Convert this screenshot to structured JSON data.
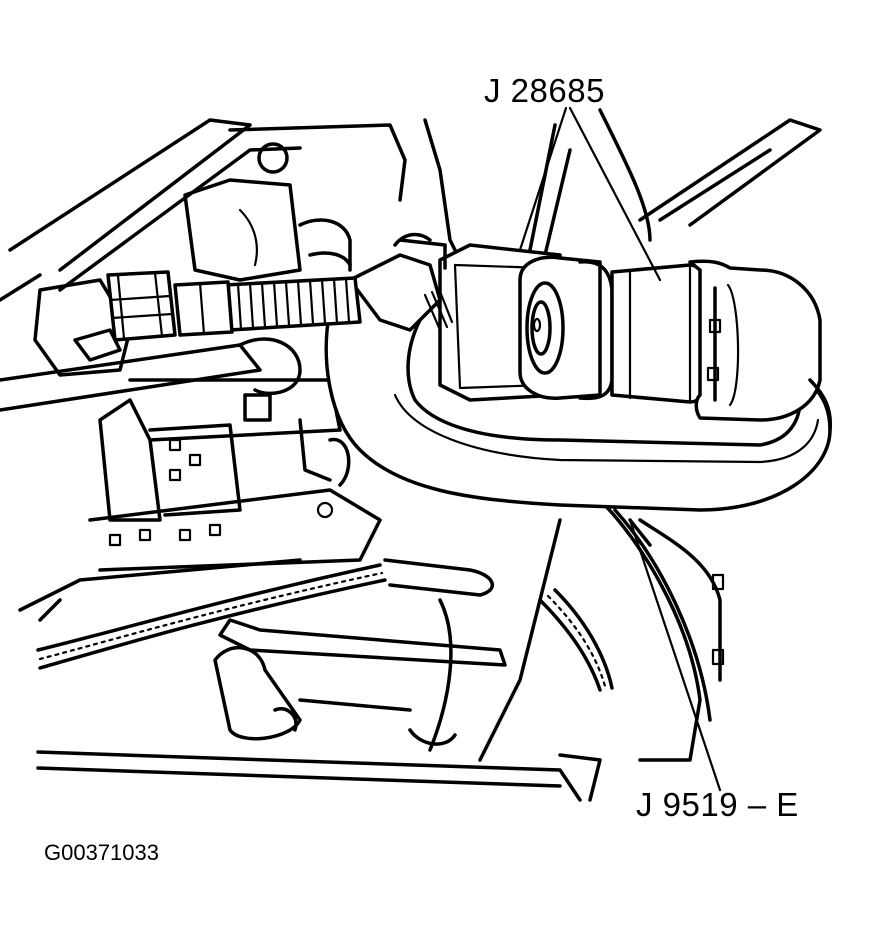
{
  "labels": {
    "tool_upper": "J 28685",
    "tool_lower": "J 9519 – E",
    "figure_id": "G00371033"
  },
  "colors": {
    "line": "#000000",
    "background": "#ffffff"
  }
}
